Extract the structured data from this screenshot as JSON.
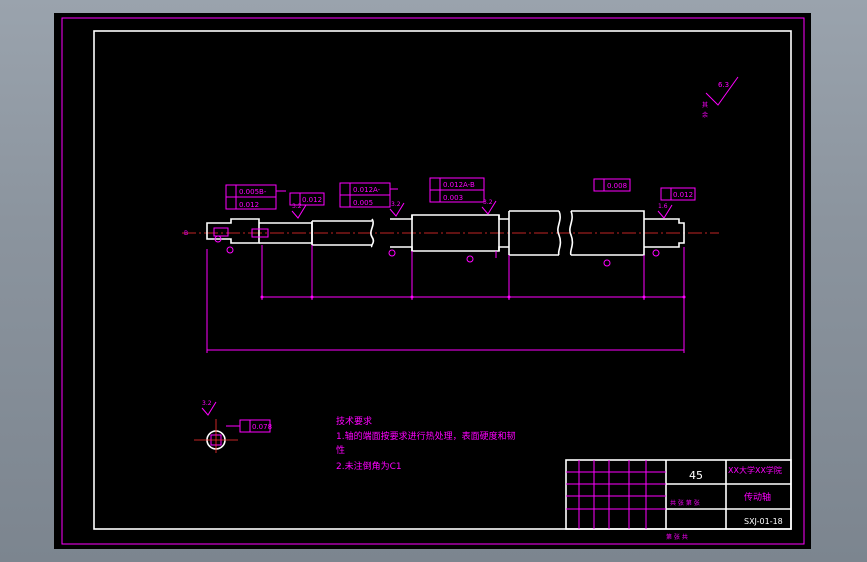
{
  "tolerances": {
    "a1": "0.005B-",
    "a2": "0.012",
    "b1": "0.012",
    "c1": "0.012A-",
    "c2": "0.005",
    "d1": "0.012A-B",
    "d2": "0.003",
    "e1": "0.008",
    "f1": "0.012",
    "section": "0.078"
  },
  "roughness": {
    "corner": "6.3",
    "r1": "3.2",
    "r2": "3.2",
    "r3": "3.2",
    "r4": "1.6",
    "section": "3.2"
  },
  "tech_notes": {
    "heading": "技术要求",
    "line1": "1.轴的端面按要求进行热处理，表面硬度和韧",
    "line1_cont": "性",
    "line2": "2.未注倒角为C1"
  },
  "title_block": {
    "material": "45",
    "school": "XX大学XX学院",
    "part_name": "传动轴",
    "drawing_no": "SXJ-01-18",
    "scale_label": "共 张 第 张",
    "sheet_label": "第 张 共"
  }
}
